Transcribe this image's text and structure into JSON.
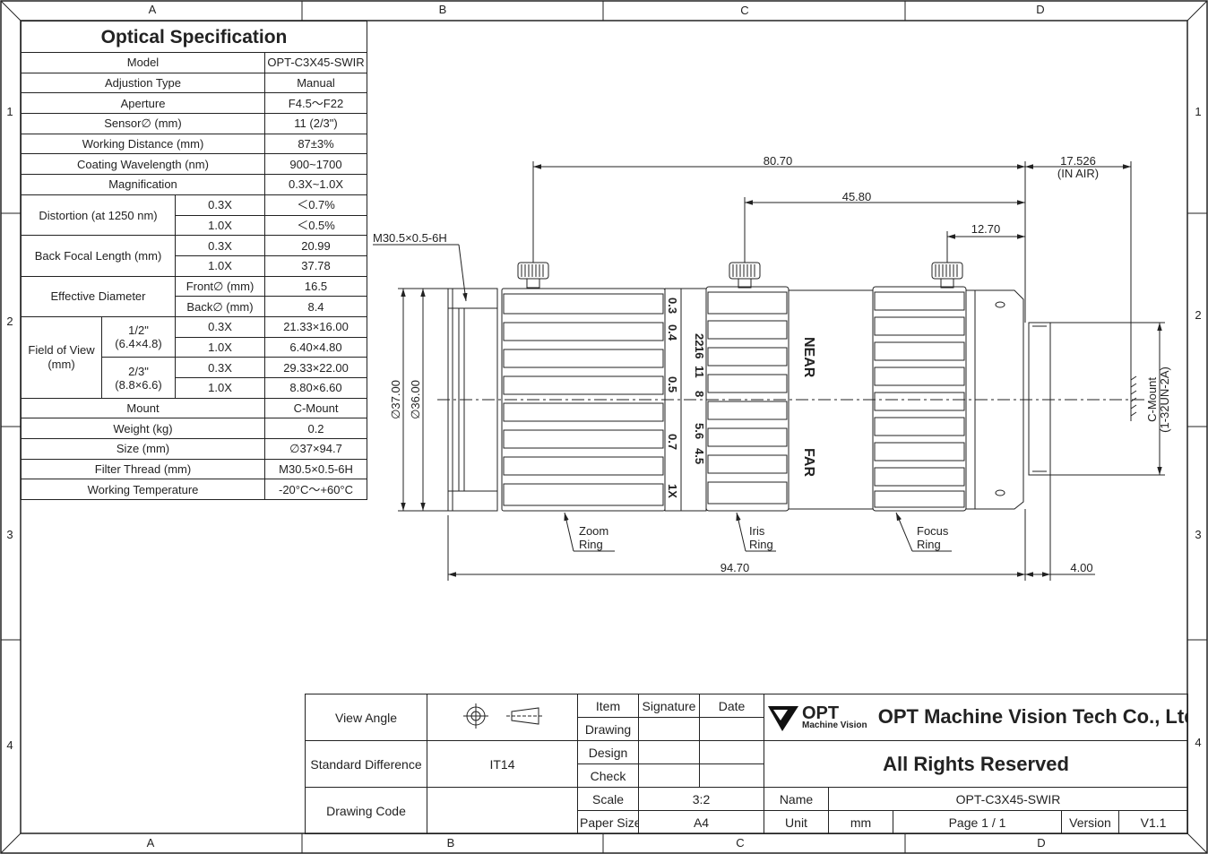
{
  "zones": {
    "columns": [
      "A",
      "B",
      "C",
      "D"
    ],
    "rows": [
      "1",
      "2",
      "3",
      "4"
    ]
  },
  "spec": {
    "title": "Optical Specification",
    "model_label": "Model",
    "model": "OPT-C3X45-SWIR",
    "adjustion_label": "Adjustion Type",
    "adjustion": "Manual",
    "aperture_label": "Aperture",
    "aperture": "F4.5～F22",
    "sensor_label": "Sensor∅ (mm)",
    "sensor": "11 (2/3\")",
    "wd_label": "Working Distance (mm)",
    "wd": "87±3%",
    "coating_label": "Coating Wavelength (nm)",
    "coating": "900~1700",
    "mag_label": "Magnification",
    "mag": "0.3X~1.0X",
    "distortion_label": "Distortion (at 1250 nm)",
    "distortion": [
      {
        "mag": "0.3X",
        "value": "＜0.7%"
      },
      {
        "mag": "1.0X",
        "value": "＜0.5%"
      }
    ],
    "bfl_label": "Back Focal Length (mm)",
    "bfl": [
      {
        "mag": "0.3X",
        "value": "20.99"
      },
      {
        "mag": "1.0X",
        "value": "37.78"
      }
    ],
    "eff_label": "Effective Diameter",
    "eff": [
      {
        "side": "Front∅ (mm)",
        "value": "16.5"
      },
      {
        "side": "Back∅ (mm)",
        "value": "8.4"
      }
    ],
    "fov_label": "Field of View (mm)",
    "fov_groups": [
      {
        "sensor": "1/2\"",
        "size": "(6.4×4.8)",
        "rows": [
          {
            "mag": "0.3X",
            "value": "21.33×16.00"
          },
          {
            "mag": "1.0X",
            "value": "6.40×4.80"
          }
        ]
      },
      {
        "sensor": "2/3\"",
        "size": "(8.8×6.6)",
        "rows": [
          {
            "mag": "0.3X",
            "value": "29.33×22.00"
          },
          {
            "mag": "1.0X",
            "value": "8.80×6.60"
          }
        ]
      }
    ],
    "mount_label": "Mount",
    "mount": "C-Mount",
    "weight_label": "Weight (kg)",
    "weight": "0.2",
    "size_label": "Size (mm)",
    "size": "∅37×94.7",
    "filter_label": "Filter Thread (mm)",
    "filter": "M30.5×0.5-6H",
    "temp_label": "Working Temperature",
    "temp": "-20°C～+60°C"
  },
  "drawing": {
    "dim_total_top": "80.70",
    "dim_mid": "45.80",
    "dim_short": "12.70",
    "dim_flange": "17.526",
    "dim_flange_note": "(IN AIR)",
    "thread_label": "M30.5×0.5-6H",
    "dia_outer": "∅37.00",
    "dia_inner": "∅36.00",
    "length": "94.70",
    "mount_len": "4.00",
    "cmount_1": "C-Mount",
    "cmount_2": "(1-32UN-2A)",
    "zoom_scale": [
      "0.3",
      "0.4",
      "0.5",
      "0.7",
      "1X"
    ],
    "iris_scale": [
      "22",
      "16",
      "11",
      "8",
      "5.6",
      "4.5"
    ],
    "near": "NEAR",
    "far": "FAR",
    "zoom_ring_1": "Zoom",
    "zoom_ring_2": "Ring",
    "iris_ring_1": "Iris",
    "iris_ring_2": "Ring",
    "focus_ring_1": "Focus",
    "focus_ring_2": "Ring"
  },
  "title_block": {
    "view_angle": "View Angle",
    "std_diff": "Standard Difference",
    "std_value": "IT14",
    "drawing_code": "Drawing Code",
    "item": "Item",
    "signature": "Signature",
    "date": "Date",
    "drawing": "Drawing",
    "design": "Design",
    "check": "Check",
    "scale_label": "Scale",
    "scale": "3:2",
    "paper_label": "Paper Size",
    "paper": "A4",
    "logo_main": "OPT",
    "logo_sub": "Machine Vision",
    "company": "OPT Machine Vision Tech Co., Ltd.",
    "rights": "All Rights Reserved",
    "name_label": "Name",
    "name": "OPT-C3X45-SWIR",
    "unit_label": "Unit",
    "unit": "mm",
    "page": "Page 1 / 1",
    "version_label": "Version",
    "version": "V1.1"
  }
}
